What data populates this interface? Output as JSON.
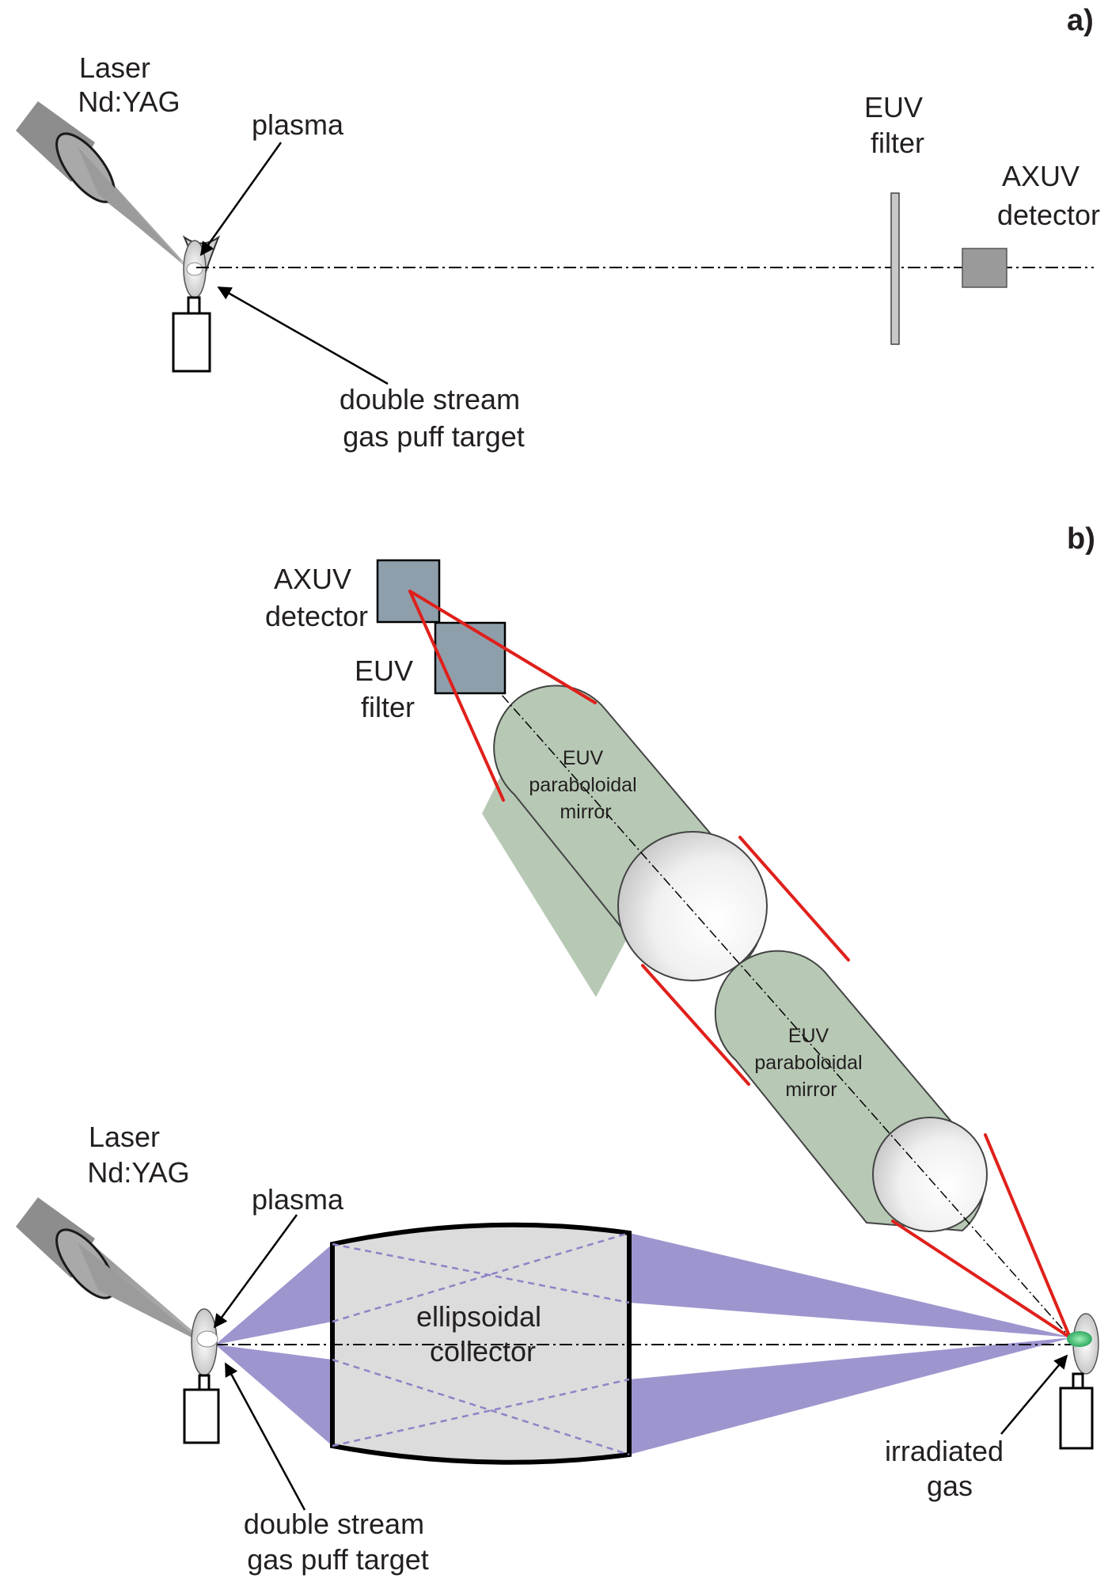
{
  "panel_a": {
    "label": "a)",
    "laser": [
      "Laser",
      "Nd:YAG"
    ],
    "plasma": "plasma",
    "target": [
      "double stream",
      "gas puff target"
    ],
    "euv_filter": [
      "EUV",
      "filter"
    ],
    "axuv_detector": [
      "AXUV",
      "detector"
    ]
  },
  "panel_b": {
    "label": "b)",
    "axuv_detector": [
      "AXUV",
      "detector"
    ],
    "euv_filter": [
      "EUV",
      "filter"
    ],
    "mirror_1": [
      "EUV",
      "paraboloidal",
      "mirror"
    ],
    "mirror_2": [
      "EUV",
      "paraboloidal",
      "mirror"
    ],
    "laser": [
      "Laser",
      "Nd:YAG"
    ],
    "plasma": "plasma",
    "collector": [
      "ellipsoidal",
      "collector"
    ],
    "target": [
      "double stream",
      "gas puff target"
    ],
    "irradiated_gas": [
      "irradiated",
      "gas"
    ]
  },
  "colors": {
    "red_beam": "#e0201b",
    "violet_beam": "#8c84c6",
    "mirror_body": "#b7c9b5",
    "collector_fill": "#dcdcdc",
    "detector_fill": "#8e9fab",
    "laser_gray": "#8f8f8f",
    "irradiated_green": "#2fb86a"
  }
}
